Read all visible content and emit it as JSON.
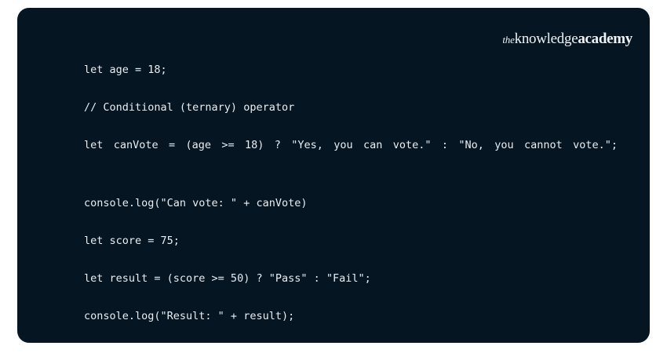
{
  "brand": {
    "the": "the",
    "knowledge": "knowledge",
    "academy": "academy"
  },
  "theme": {
    "page_background": "#ffffff",
    "card_background": "#051521",
    "code_text_color": "#e9eef3",
    "logo_color": "#eef2f6"
  },
  "code": {
    "language": "javascript",
    "lines": [
      "let age = 18;",
      "// Conditional (ternary) operator",
      "let canVote = (age >= 18) ? \"Yes, you can vote.\" : \"No, you cannot vote.\";",
      "console.log(\"Can vote: \" + canVote)",
      "let score = 75;",
      "let result = (score >= 50) ? \"Pass\" : \"Fail\";",
      "console.log(\"Result: \" + result);"
    ]
  }
}
